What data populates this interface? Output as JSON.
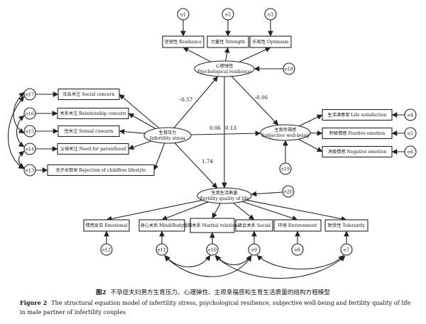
{
  "figure": {
    "number_zh": "图2",
    "title_zh": "不孕症夫妇男方生育压力、心理弹性、主观幸福感和生育生活质量的结构方程模型",
    "number_en": "Figure 2",
    "title_en": "The structural equation model of infertility stress, psychological resilience, subjective well-being and fertility quality of life in male partner of infertility couples"
  },
  "latents": {
    "resilience": "心理弹性 Psychological resilience",
    "stress": "生育压力 Infertility stress",
    "wellbeing": "主观幸福感 Subjective well-being",
    "fqol": "生育生活质量 Fertility quality of life"
  },
  "indicators": {
    "resilience": [
      {
        "label": "坚韧性 Resilience",
        "err": "e1"
      },
      {
        "label": "力量性 Strength",
        "err": "e2"
      },
      {
        "label": "乐观性 Optimism",
        "err": "e3"
      }
    ],
    "stress": [
      {
        "label": "社会关注 Social concern",
        "err": "e17"
      },
      {
        "label": "关系关注 Relationship concern",
        "err": "e16"
      },
      {
        "label": "性关注 Sexual concern",
        "err": "e15"
      },
      {
        "label": "父母关注 Need for parenthood",
        "err": "e14"
      },
      {
        "label": "无子女取舍 Rejection of childfree lifestyle",
        "err": "e13"
      }
    ],
    "wellbeing": [
      {
        "label": "生活满意度 Life satisfaction",
        "err": "e4"
      },
      {
        "label": "积极情感 Positive emotion",
        "err": "e5"
      },
      {
        "label": "消极情感 Negative emotion",
        "err": "e6"
      }
    ],
    "fqol": [
      {
        "label": "情感反应 Emotional",
        "err": "e12"
      },
      {
        "label": "身心关系 Mind/Body",
        "err": "e11"
      },
      {
        "label": "婚姻关系 Marital relational",
        "err": "e10"
      },
      {
        "label": "社会关系 Social",
        "err": "e9"
      },
      {
        "label": "环境 Environment",
        "err": "e8"
      },
      {
        "label": "耐受性 Tolerantly",
        "err": "e7"
      }
    ]
  },
  "disturbances": {
    "resilience": "e18",
    "wellbeing": "e19",
    "fqol": "e20"
  },
  "paths": {
    "stress_to_resilience": "-0.57",
    "resilience_to_wellbeing": "-0.06",
    "stress_to_wellbeing": "0.06",
    "resilience_to_fqol": "0.13",
    "stress_to_fqol": "1.74"
  }
}
